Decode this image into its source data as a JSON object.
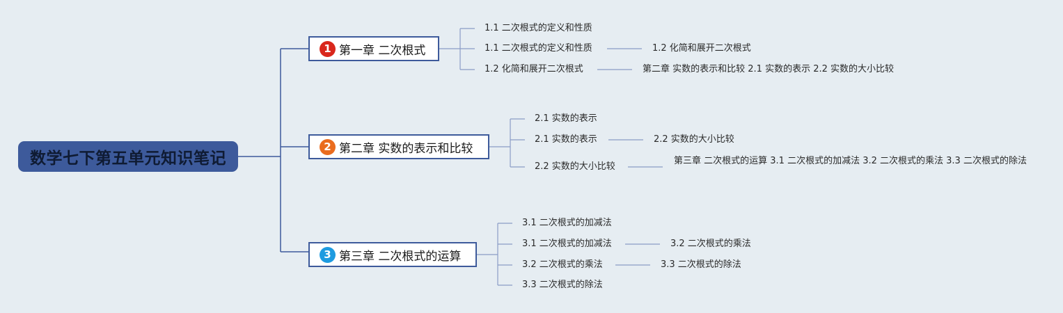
{
  "root": {
    "title": "数学七下第五单元知识笔记"
  },
  "chapters": [
    {
      "badge": "1",
      "badge_color": "#d9271c",
      "title": "第一章 二次根式",
      "items": [
        {
          "label": "1.1 二次根式的定义和性质",
          "sub": ""
        },
        {
          "label": "1.1 二次根式的定义和性质",
          "sub": "1.2 化简和展开二次根式"
        },
        {
          "label": "1.2 化简和展开二次根式",
          "sub": "第二章 实数的表示和比较 2.1 实数的表示 2.2 实数的大小比较"
        }
      ]
    },
    {
      "badge": "2",
      "badge_color": "#ea6c1e",
      "title": "第二章 实数的表示和比较",
      "items": [
        {
          "label": "2.1 实数的表示",
          "sub": ""
        },
        {
          "label": "2.1 实数的表示",
          "sub": "2.2 实数的大小比较"
        },
        {
          "label": "2.2 实数的大小比较",
          "sub": "第三章 二次根式的运算 3.1 二次根式的加减法 3.2 二次根式的乘法 3.3 二次根式的除法"
        }
      ]
    },
    {
      "badge": "3",
      "badge_color": "#1e9be0",
      "title": "第三章 二次根式的运算",
      "items": [
        {
          "label": "3.1 二次根式的加减法",
          "sub": ""
        },
        {
          "label": "3.1 二次根式的加减法",
          "sub": "3.2 二次根式的乘法"
        },
        {
          "label": "3.2 二次根式的乘法",
          "sub": "3.3 二次根式的除法"
        },
        {
          "label": "3.3 二次根式的除法",
          "sub": ""
        }
      ]
    }
  ],
  "colors": {
    "line": "#3d5a9b",
    "background": "#e6edf2"
  }
}
